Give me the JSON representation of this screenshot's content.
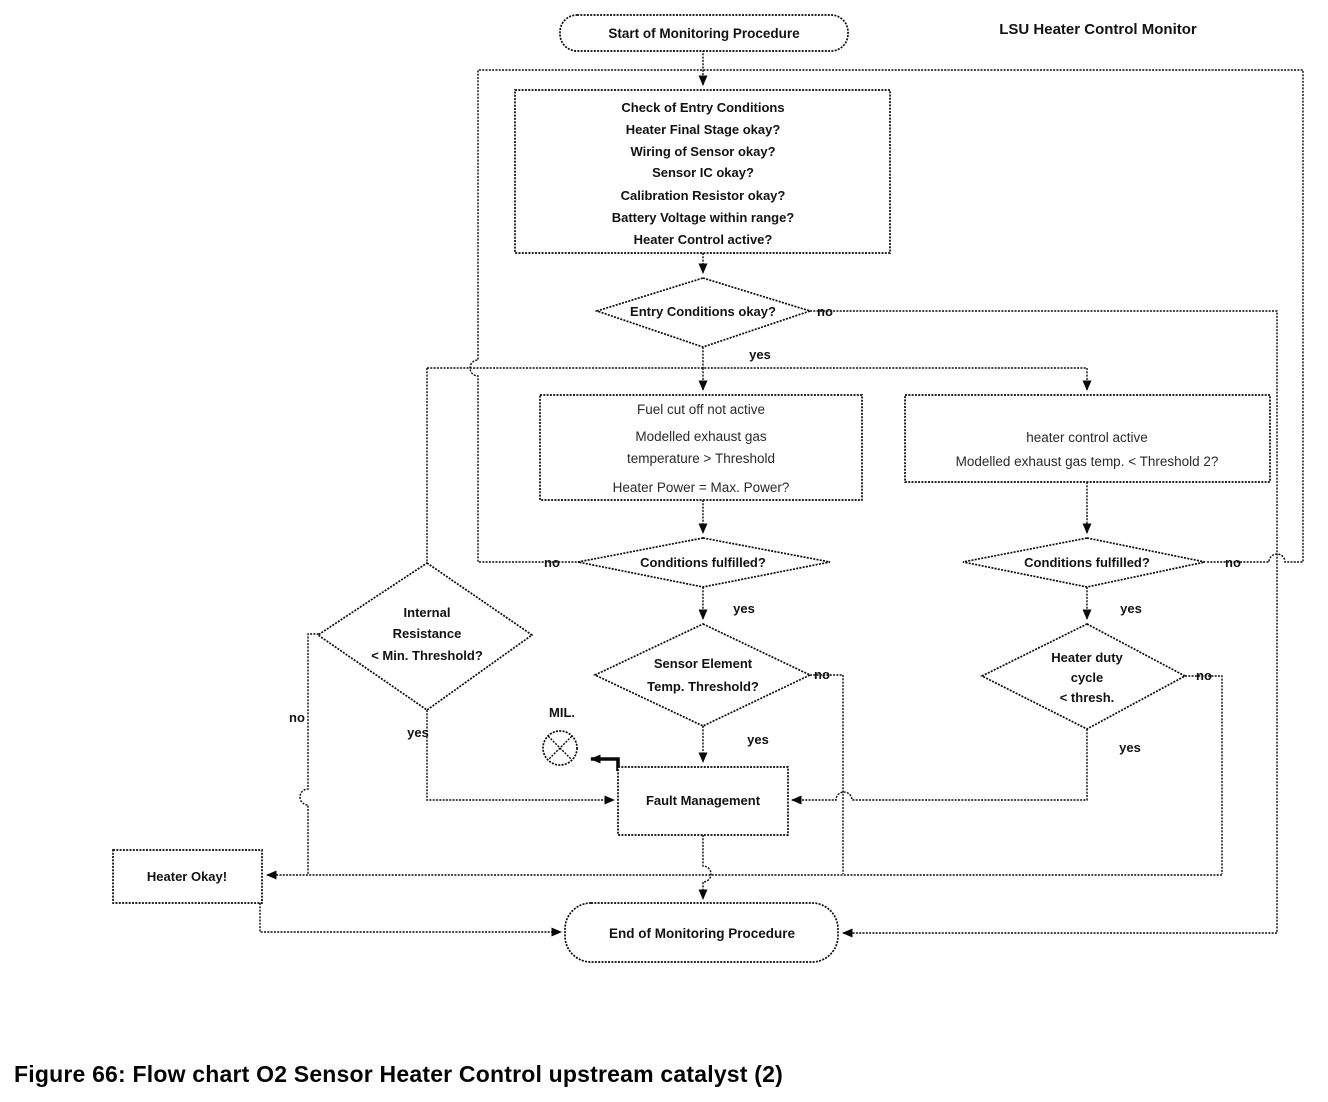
{
  "diagram": {
    "heading": "LSU Heater Control Monitor",
    "caption": "Figure 66: Flow chart O2 Sensor Heater Control upstream catalyst (2)",
    "colors": {
      "ink": "#0a0a0a",
      "background": "#ffffff"
    },
    "nodes": {
      "start": {
        "label": "Start of Monitoring Procedure"
      },
      "check_entry": {
        "lines": [
          "Check of Entry Conditions",
          "Heater Final Stage okay?",
          "Wiring of Sensor okay?",
          "Sensor IC okay?",
          "Calibration Resistor okay?",
          "Battery Voltage within range?",
          "Heater Control active?"
        ]
      },
      "entry_ok": {
        "label": "Entry Conditions okay?"
      },
      "fuel_conditions": {
        "lines": [
          "Fuel cut off not active",
          "Modelled exhaust gas",
          "temperature > Threshold",
          "Heater Power = Max. Power?"
        ]
      },
      "heater_active": {
        "lines": [
          "heater control active",
          "Modelled exhaust gas temp. < Threshold 2?"
        ]
      },
      "cond_left": {
        "label": "Conditions fulfilled?"
      },
      "cond_right": {
        "label": "Conditions fulfilled?"
      },
      "internal_resistance": {
        "lines": [
          "Internal",
          "Resistance",
          "< Min. Threshold?"
        ]
      },
      "sensor_temp": {
        "lines": [
          "Sensor Element",
          "Temp. Threshold?"
        ]
      },
      "heater_duty": {
        "lines": [
          "Heater duty",
          "cycle",
          "< thresh."
        ]
      },
      "fault_management": {
        "label": "Fault Management"
      },
      "mil": {
        "label": "MIL."
      },
      "heater_okay": {
        "label": "Heater Okay!"
      },
      "end": {
        "label": "End of Monitoring Procedure"
      }
    },
    "edge_labels": {
      "entry_yes": "yes",
      "entry_no": "no",
      "cond_left_yes": "yes",
      "cond_left_no": "no",
      "cond_right_yes": "yes",
      "cond_right_no": "no",
      "internal_yes": "yes",
      "internal_no": "no",
      "sensor_yes": "yes",
      "sensor_no": "no",
      "duty_yes": "yes",
      "duty_no": "no"
    }
  }
}
